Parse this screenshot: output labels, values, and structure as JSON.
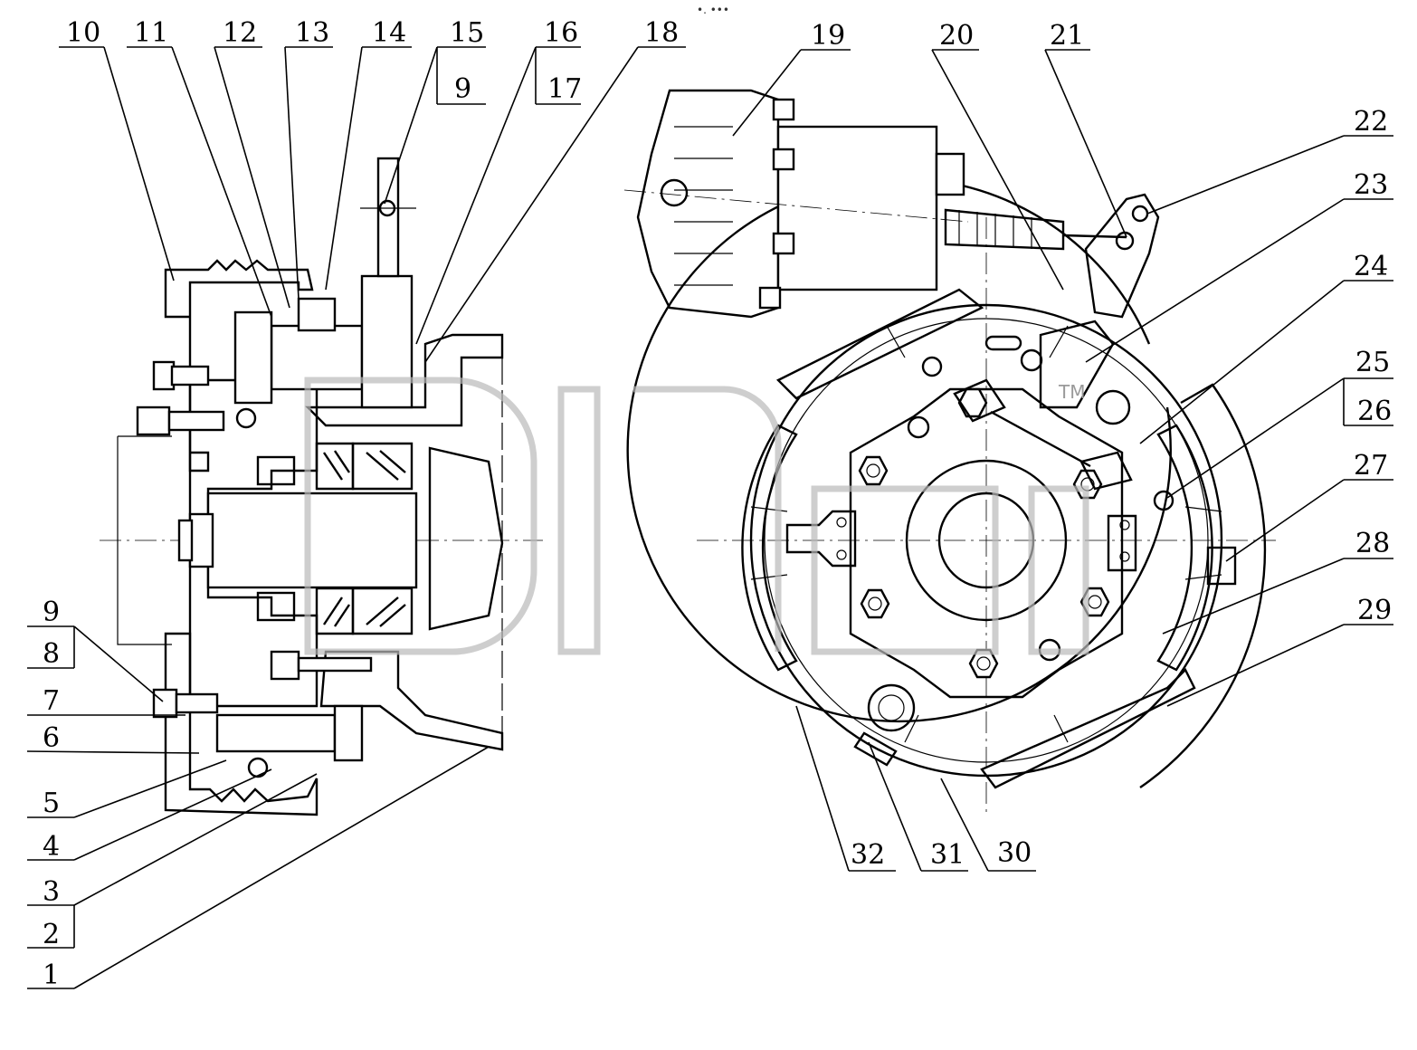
{
  "header": {
    "mark": "•. •••"
  },
  "watermark": {
    "tm": "TM"
  },
  "callouts": {
    "top_left": [
      "10",
      "11",
      "12",
      "13",
      "14",
      "15",
      "16",
      "18"
    ],
    "top_left_sub": {
      "15": "9",
      "16": "17"
    },
    "left_column": [
      "9",
      "8",
      "7",
      "6",
      "5",
      "4",
      "3",
      "2",
      "1"
    ],
    "top_right": [
      "19",
      "20",
      "21"
    ],
    "right_column": [
      "22",
      "23",
      "24",
      "25",
      "26",
      "27",
      "28",
      "29"
    ],
    "bottom_right": [
      "32",
      "31",
      "30"
    ]
  }
}
